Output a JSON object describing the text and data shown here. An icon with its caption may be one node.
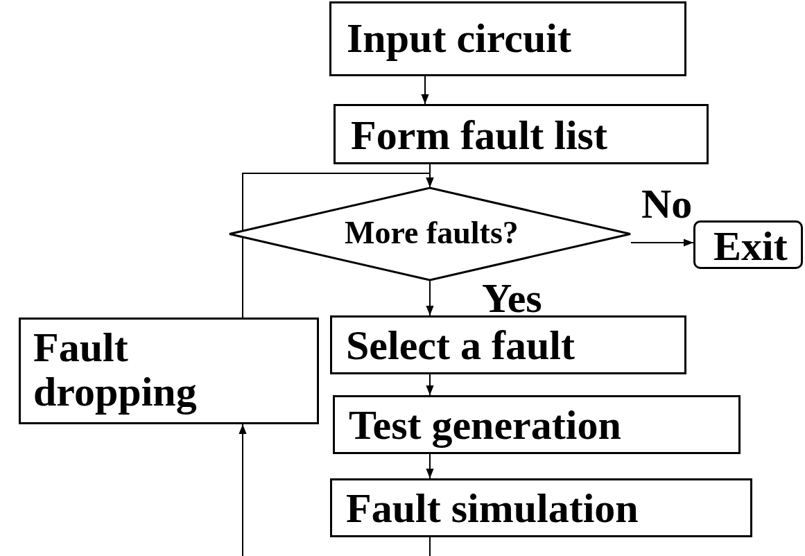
{
  "diagram": {
    "nodes": [
      {
        "text": [
          "Input circuit"
        ]
      },
      {
        "text": [
          "Form fault list"
        ]
      },
      {
        "text": [
          "More faults?"
        ]
      },
      {
        "text": [
          "Exit"
        ]
      },
      {
        "text": [
          "Select a fault"
        ]
      },
      {
        "text": [
          "Test generation"
        ]
      },
      {
        "text": [
          "Fault simulation"
        ]
      },
      {
        "text": [
          "Fault dropping"
        ]
      }
    ],
    "edges": [
      {
        "from": 0,
        "to": 1,
        "arrow": "to"
      },
      {
        "from": 1,
        "to": 2,
        "arrow": "to"
      },
      {
        "from": 2,
        "to": 3,
        "arrow": "to",
        "label": "No"
      },
      {
        "from": 2,
        "to": 4,
        "arrow": "to",
        "label": "Yes"
      },
      {
        "from": 4,
        "to": 5,
        "arrow": "to"
      },
      {
        "from": 5,
        "to": 6,
        "arrow": "to"
      },
      {
        "from": 6,
        "to": null,
        "arrow": "none"
      },
      {
        "from": null,
        "to": 7,
        "arrow": "to"
      },
      {
        "from": 7,
        "to": 2,
        "arrow": "to"
      }
    ]
  }
}
